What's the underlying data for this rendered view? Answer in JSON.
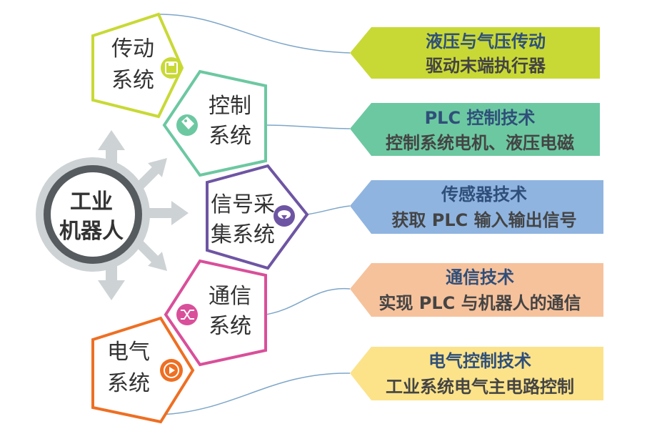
{
  "hub": {
    "line1": "工业",
    "line2": "机器人"
  },
  "modules": [
    {
      "line1": "传动",
      "line2": "系统",
      "color": "#c8d935",
      "icon": "save-icon"
    },
    {
      "line1": "控制",
      "line2": "系统",
      "color": "#6cc8a1",
      "icon": "tag-icon"
    },
    {
      "line1": "信号采",
      "line2": "集系统",
      "color": "#6e55a3",
      "icon": "cloud-download-icon"
    },
    {
      "line1": "通信",
      "line2": "系统",
      "color": "#d94f9a",
      "icon": "shuffle-icon"
    },
    {
      "line1": "电气",
      "line2": "系统",
      "color": "#ee6f23",
      "icon": "play-icon"
    }
  ],
  "tags": [
    {
      "title": "液压与气压传动",
      "sub": "驱动末端执行器",
      "color": "#c8d935"
    },
    {
      "title": "PLC 控制技术",
      "sub": "控制系统电机、液压电磁",
      "color": "#6cc8a1"
    },
    {
      "title": "传感器技术",
      "sub": "获取 PLC 输入输出信号",
      "color": "#8fb4e0"
    },
    {
      "title": "通信技术",
      "sub": "实现 PLC 与机器人的通信",
      "color": "#f6c29c"
    },
    {
      "title": "电气控制技术",
      "sub": "工业系统电气主电路控制",
      "color": "#fce38a"
    }
  ]
}
